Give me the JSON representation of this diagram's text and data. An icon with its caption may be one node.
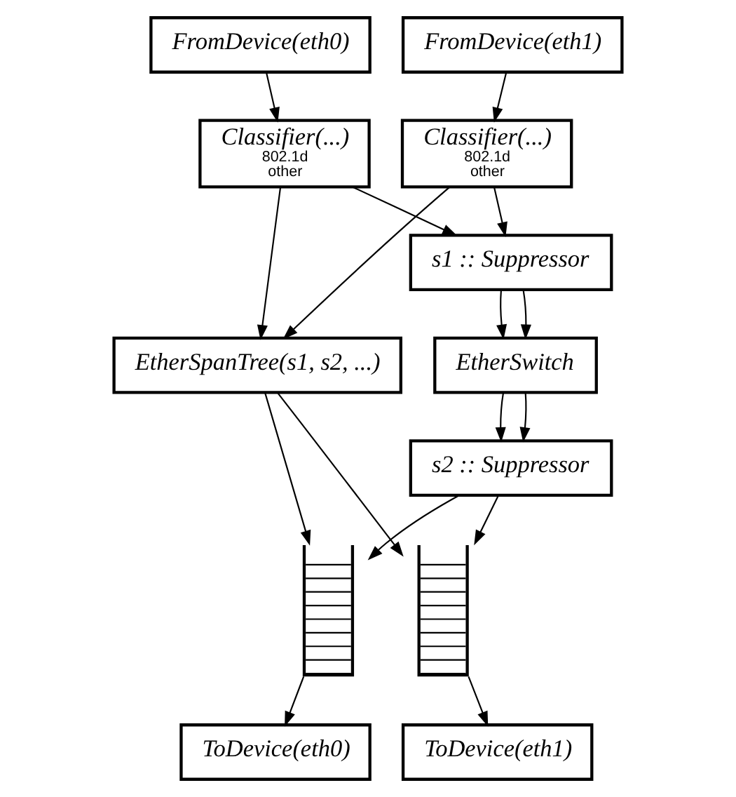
{
  "diagram": {
    "nodes": [
      {
        "text": [
          "FromDevice(eth0)"
        ]
      },
      {
        "text": [
          "FromDevice(eth1)"
        ]
      },
      {
        "text": [
          "Classifier(...)",
          "802.1d",
          "other"
        ]
      },
      {
        "text": [
          "Classifier(...)",
          "802.1d",
          "other"
        ]
      },
      {
        "text": [
          "s1 :: Suppressor"
        ]
      },
      {
        "text": [
          "EtherSpanTree(s1, s2, ...)"
        ]
      },
      {
        "text": [
          "EtherSwitch"
        ]
      },
      {
        "text": [
          "s2 :: Suppressor"
        ]
      },
      {
        "text": [],
        "shape": "queue"
      },
      {
        "text": [],
        "shape": "queue"
      },
      {
        "text": [
          "ToDevice(eth0)"
        ]
      },
      {
        "text": [
          "ToDevice(eth1)"
        ]
      }
    ],
    "edges": [
      {
        "from": 0,
        "to": 2,
        "arrow": "to"
      },
      {
        "from": 1,
        "to": 3,
        "arrow": "to"
      },
      {
        "from": 2,
        "to": 5,
        "arrow": "to"
      },
      {
        "from": 2,
        "to": 4,
        "arrow": "to"
      },
      {
        "from": 3,
        "to": 5,
        "arrow": "to"
      },
      {
        "from": 3,
        "to": 4,
        "arrow": "to"
      },
      {
        "from": 4,
        "to": 6,
        "arrow": "to"
      },
      {
        "from": 4,
        "to": 6,
        "arrow": "to"
      },
      {
        "from": 6,
        "to": 7,
        "arrow": "to"
      },
      {
        "from": 6,
        "to": 7,
        "arrow": "to"
      },
      {
        "from": 5,
        "to": 8,
        "arrow": "to"
      },
      {
        "from": 5,
        "to": 9,
        "arrow": "to"
      },
      {
        "from": 7,
        "to": 8,
        "arrow": "to"
      },
      {
        "from": 7,
        "to": 9,
        "arrow": "to"
      },
      {
        "from": 8,
        "to": 10,
        "arrow": "to"
      },
      {
        "from": 9,
        "to": 11,
        "arrow": "to"
      }
    ]
  }
}
